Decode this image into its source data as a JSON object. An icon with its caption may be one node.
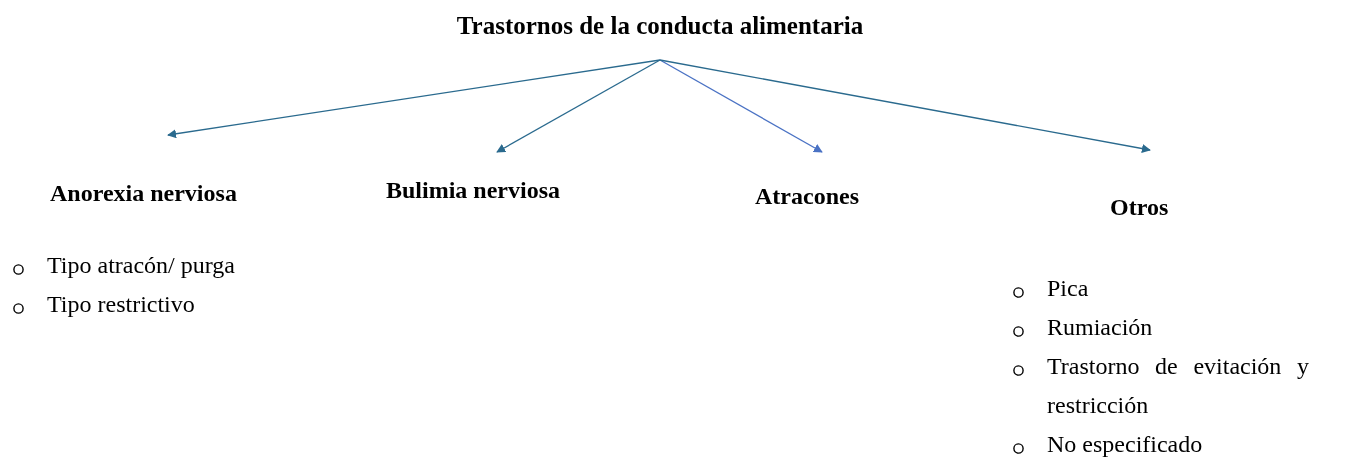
{
  "diagram": {
    "nodes": [
      {
        "text": [
          "Trastornos de la conducta alimentaria"
        ]
      },
      {
        "text": [
          "Anorexia nerviosa",
          "Tipo atracón/ purga",
          "Tipo restrictivo"
        ]
      },
      {
        "text": [
          "Bulimia nerviosa"
        ]
      },
      {
        "text": [
          "Atracones"
        ]
      },
      {
        "text": [
          "Otros",
          "Pica",
          "Rumiación",
          "Trastorno de evitación y restricción",
          "No especificado"
        ]
      }
    ],
    "edges": [
      {
        "from": 0,
        "to": 1,
        "arrow": "to"
      },
      {
        "from": 0,
        "to": 2,
        "arrow": "to"
      },
      {
        "from": 0,
        "to": 3,
        "arrow": "to",
        "color": "#4a72c4"
      },
      {
        "from": 0,
        "to": 4,
        "arrow": "to"
      }
    ]
  }
}
